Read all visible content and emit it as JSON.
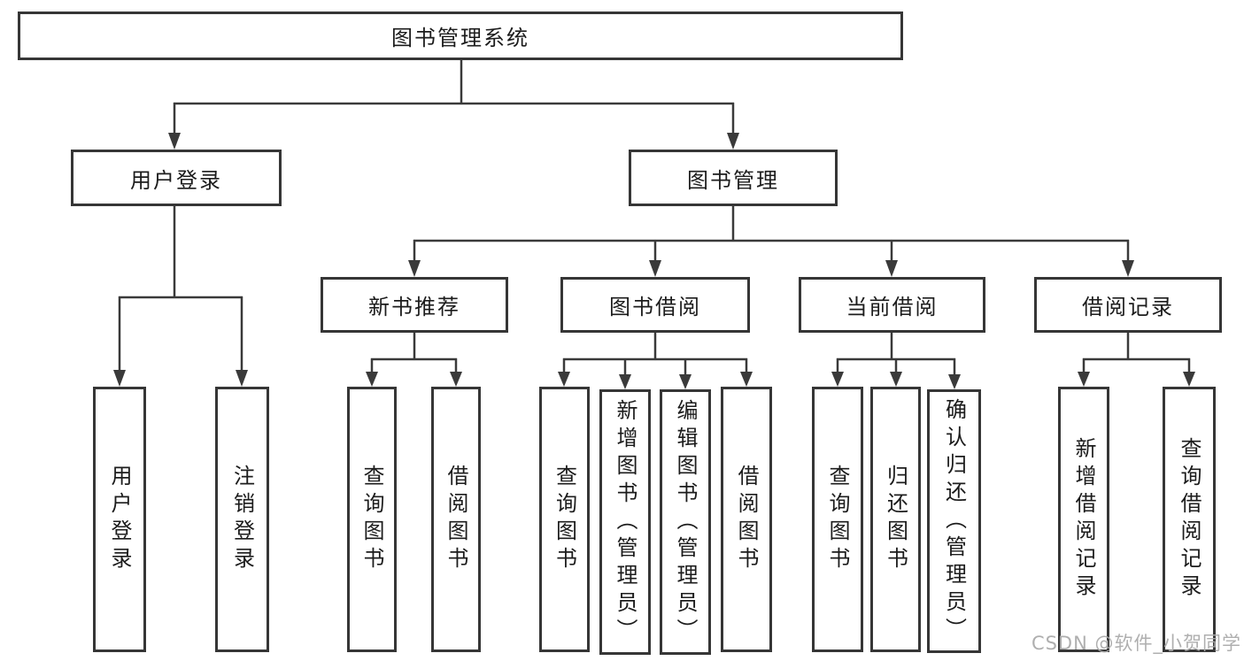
{
  "diagram_title": "图书管理系统",
  "colors": {
    "background": "#ffffff",
    "box_border": "#363636",
    "connector": "#3a3a3a",
    "text": "#1c1c1c",
    "watermark": "#ababab"
  },
  "tree": {
    "label": "图书管理系统",
    "children": [
      {
        "label": "用户登录",
        "children": [
          {
            "label": "用户登录"
          },
          {
            "label": "注销登录"
          }
        ]
      },
      {
        "label": "图书管理",
        "children": [
          {
            "label": "新书推荐",
            "children": [
              {
                "label": "查询图书"
              },
              {
                "label": "借阅图书"
              }
            ]
          },
          {
            "label": "图书借阅",
            "children": [
              {
                "label": "查询图书"
              },
              {
                "label": "新增图书（管理员）"
              },
              {
                "label": "编辑图书（管理员）"
              },
              {
                "label": "借阅图书"
              }
            ]
          },
          {
            "label": "当前借阅",
            "children": [
              {
                "label": "查询图书"
              },
              {
                "label": "归还图书"
              },
              {
                "label": "确认归还（管理员）"
              }
            ]
          },
          {
            "label": "借阅记录",
            "children": [
              {
                "label": "新增借阅记录"
              },
              {
                "label": "查询借阅记录"
              }
            ]
          }
        ]
      }
    ]
  },
  "watermark": {
    "text": "CSDN @软件_小贺同学"
  }
}
